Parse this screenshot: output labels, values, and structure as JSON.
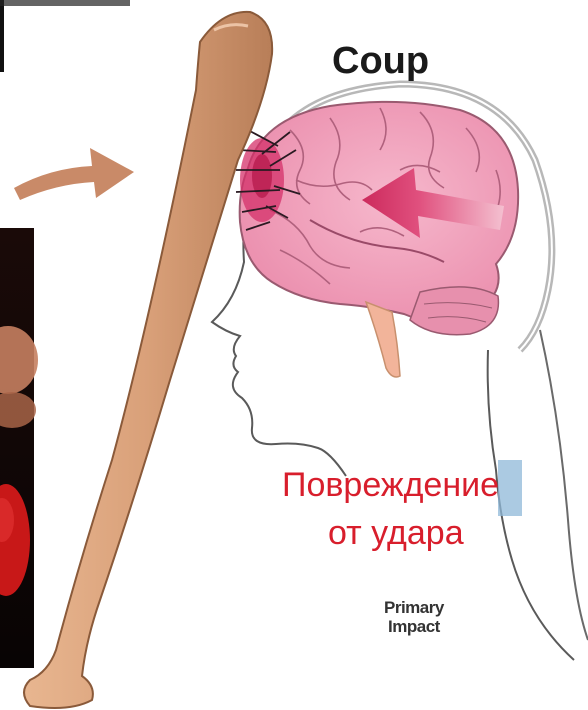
{
  "labels": {
    "coup": "Coup",
    "impact_ru_line1": "Повреждение",
    "impact_ru_line2": "от удара",
    "primary_impact_line1": "Primary",
    "primary_impact_line2": "Impact"
  },
  "colors": {
    "bat": "#d9a079",
    "brain": "#f2a2bd",
    "impact_zone": "#d4306a",
    "force_arrow": "#d63a68",
    "skull": "#b8b8b8",
    "outline": "#5a5a5a",
    "russian_label": "#d81e2c",
    "highlight": "#8fb8d8"
  }
}
